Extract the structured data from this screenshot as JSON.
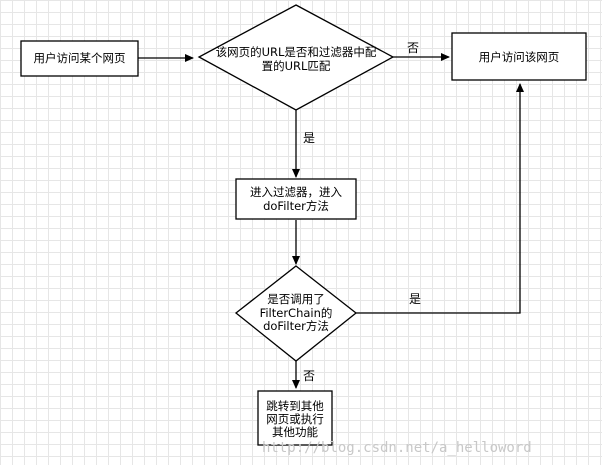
{
  "nodes": {
    "visit_page": {
      "text": "用户访问某个网页"
    },
    "url_match": {
      "line1": "该网页的URL是否和过滤器中配",
      "line2": "置的URL匹配"
    },
    "visit_target": {
      "text": "用户访问该网页"
    },
    "enter_filter": {
      "line1": "进入过滤器，进入",
      "line2": "doFilter方法"
    },
    "chain_check": {
      "line1": "是否调用了",
      "line2": "FilterChain的",
      "line3": "doFilter方法"
    },
    "redirect": {
      "line1": "跳转到其他",
      "line2": "网页或执行",
      "line3": "其他功能"
    }
  },
  "edges": {
    "url_no": "否",
    "url_yes": "是",
    "chain_yes": "是",
    "chain_no": "否"
  },
  "watermark": "http://blog.csdn.net/a_helloword"
}
